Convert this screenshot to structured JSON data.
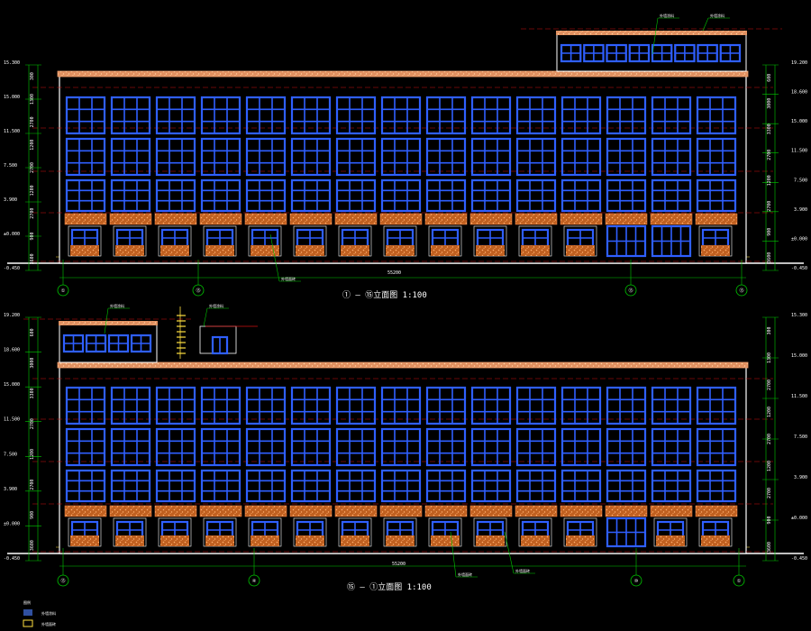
{
  "colors": {
    "background": "#000000",
    "glazing_frame": "#2f5fff",
    "parapet": "#f0a070",
    "wall_outline": "#ffffff",
    "level_line": "#d01010",
    "grid_line": "#00c800",
    "cad_yellow": "#ffe040",
    "stone_cladding": "#c06020"
  },
  "elevation_1": {
    "title": "① — ⑮立面图 1:100",
    "overall_dim": "55200",
    "left_levels": [
      "15.300",
      "15.000",
      "11.500",
      "7.500",
      "3.900",
      "±0.000",
      "-0.450"
    ],
    "left_dims": [
      "300",
      "1300",
      "2700",
      "1200",
      "2700",
      "1200",
      "2700",
      "900",
      "3600"
    ],
    "right_levels": [
      "19.200",
      "18.600",
      "15.000",
      "11.500",
      "7.500",
      "3.900",
      "±0.000",
      "-0.450"
    ],
    "right_dims": [
      "600",
      "3000",
      "3300",
      "2700",
      "1200",
      "2700",
      "900",
      "3600"
    ],
    "grid_labels": [
      "①",
      "⑮",
      "⑮",
      "⑮"
    ],
    "notes": [
      "外墙涂料",
      "外墙涂料",
      "外墙面砖"
    ],
    "bays": 15
  },
  "elevation_2": {
    "title": "⑮ — ①立面图 1:100",
    "overall_dim": "55200",
    "left_levels": [
      "19.200",
      "18.600",
      "15.000",
      "11.500",
      "7.500",
      "3.900",
      "±0.000",
      "-0.450"
    ],
    "left_dims": [
      "600",
      "3000",
      "3300",
      "2700",
      "1200",
      "2700",
      "900",
      "3600"
    ],
    "right_levels": [
      "15.300",
      "15.000",
      "11.500",
      "7.500",
      "3.900",
      "±0.000",
      "-0.450"
    ],
    "right_dims": [
      "300",
      "1300",
      "2700",
      "1200",
      "2700",
      "1200",
      "2700",
      "900",
      "3600"
    ],
    "grid_labels": [
      "⑮",
      "④",
      "⑩",
      "①"
    ],
    "notes": [
      "外墙涂料",
      "外墙涂料",
      "外墙面砖",
      "外墙面砖"
    ],
    "bays": 15
  },
  "legend": {
    "title": "图例",
    "items": [
      {
        "label": "外墙涂料",
        "color": "#3050a0"
      },
      {
        "label": "外墙面砖",
        "color": "#ffe040"
      }
    ]
  }
}
